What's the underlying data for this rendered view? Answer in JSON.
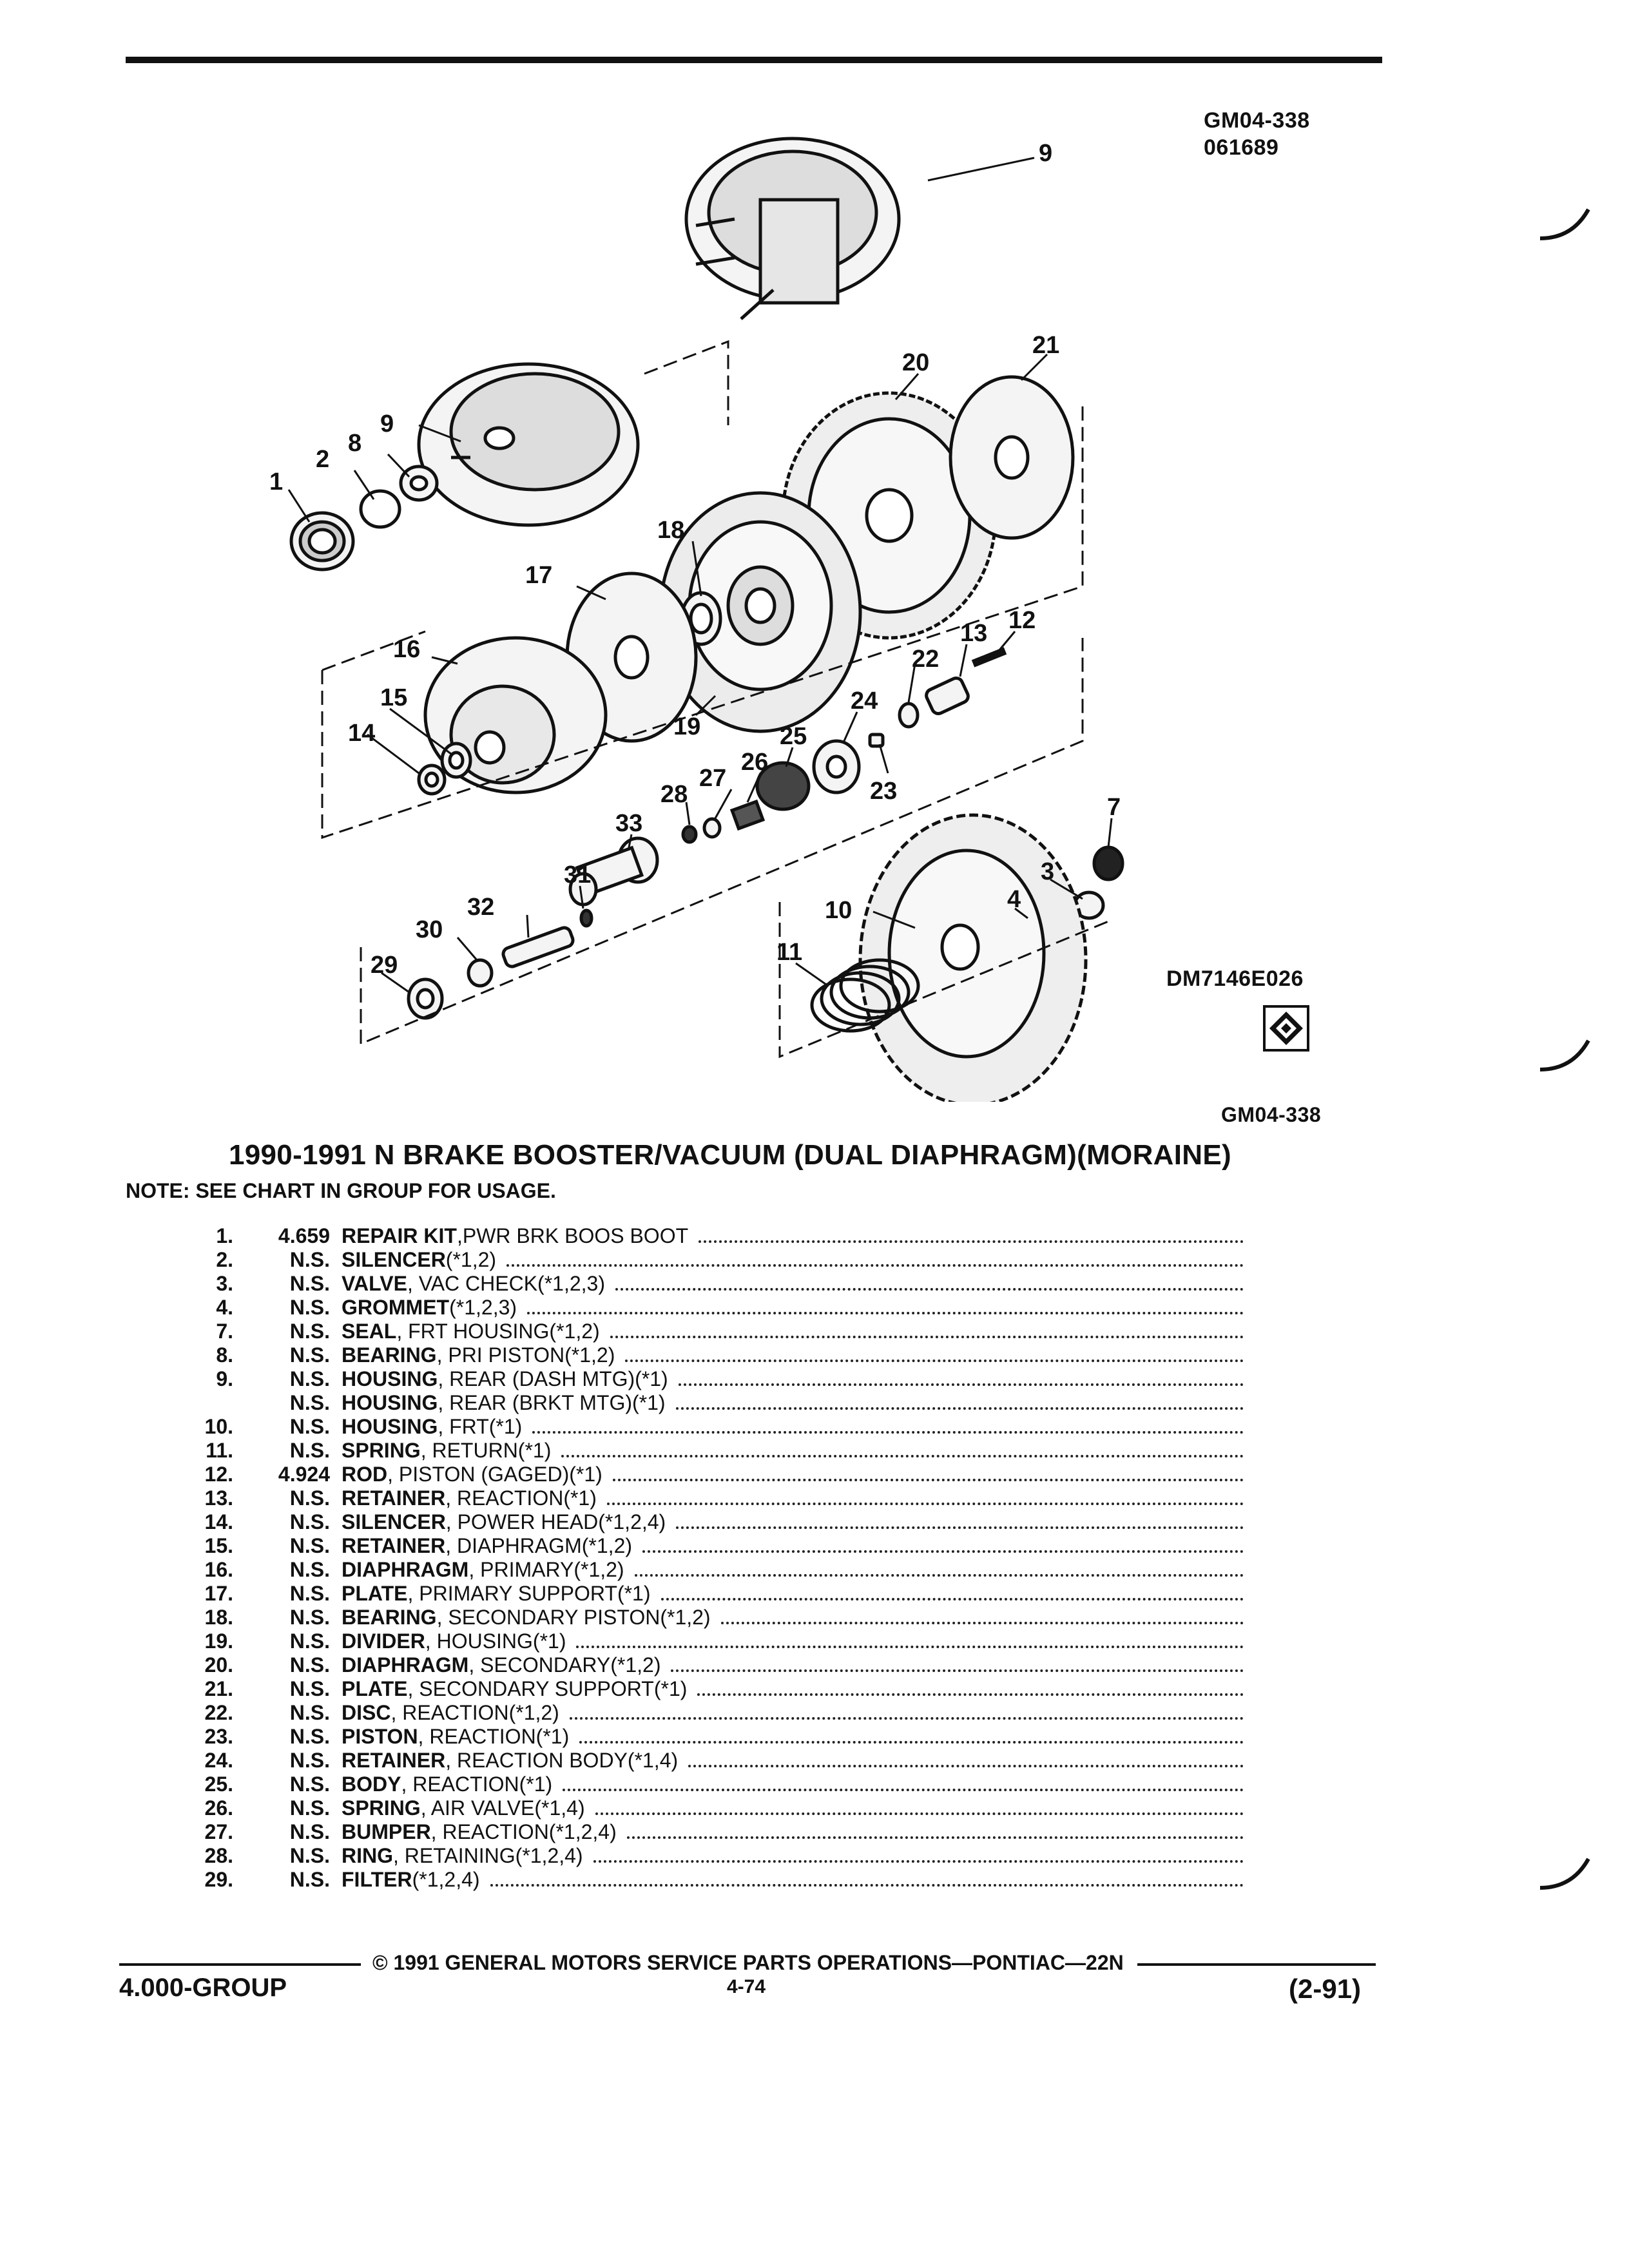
{
  "header": {
    "code_1": "GM04-338",
    "code_2": "061689"
  },
  "diagram": {
    "ref_code": "DM7146E026",
    "figure_code": "GM04-338",
    "callouts": [
      "9",
      "9",
      "8",
      "2",
      "1",
      "20",
      "21",
      "18",
      "17",
      "16",
      "19",
      "15",
      "14",
      "13",
      "12",
      "22",
      "24",
      "25",
      "26",
      "27",
      "28",
      "23",
      "33",
      "7",
      "3",
      "4",
      "10",
      "31",
      "32",
      "30",
      "29",
      "11"
    ],
    "logo_icon": "diamond-logo-icon"
  },
  "title": "1990-1991 N BRAKE BOOSTER/VACUUM (DUAL DIAPHRAGM)(MORAINE)",
  "note": "NOTE:  SEE CHART IN GROUP FOR USAGE.",
  "parts": [
    {
      "num": "1.",
      "pn": "4.659",
      "name": "REPAIR KIT",
      "desc": " ,PWR BRK BOOS BOOT"
    },
    {
      "num": "2.",
      "pn": "N.S.",
      "name": "SILENCER",
      "desc": " (*1,2)"
    },
    {
      "num": "3.",
      "pn": "N.S.",
      "name": "VALVE",
      "desc": " , VAC CHECK(*1,2,3)"
    },
    {
      "num": "4.",
      "pn": "N.S.",
      "name": "GROMMET",
      "desc": " (*1,2,3)"
    },
    {
      "num": "7.",
      "pn": "N.S.",
      "name": "SEAL",
      "desc": " , FRT HOUSING(*1,2)"
    },
    {
      "num": "8.",
      "pn": "N.S.",
      "name": "BEARING",
      "desc": " , PRI PISTON(*1,2)"
    },
    {
      "num": "9.",
      "pn": "N.S.",
      "name": "HOUSING",
      "desc": " , REAR (DASH MTG)(*1)"
    },
    {
      "num": "",
      "pn": "N.S.",
      "name": "HOUSING",
      "desc": " , REAR (BRKT MTG)(*1)"
    },
    {
      "num": "10.",
      "pn": "N.S.",
      "name": "HOUSING",
      "desc": " , FRT(*1)"
    },
    {
      "num": "11.",
      "pn": "N.S.",
      "name": "SPRING",
      "desc": " , RETURN(*1)"
    },
    {
      "num": "12.",
      "pn": "4.924",
      "name": "ROD",
      "desc": " , PISTON (GAGED)(*1)"
    },
    {
      "num": "13.",
      "pn": "N.S.",
      "name": "RETAINER",
      "desc": " , REACTION(*1)"
    },
    {
      "num": "14.",
      "pn": "N.S.",
      "name": "SILENCER",
      "desc": " , POWER HEAD(*1,2,4)"
    },
    {
      "num": "15.",
      "pn": "N.S.",
      "name": "RETAINER",
      "desc": " , DIAPHRAGM(*1,2)"
    },
    {
      "num": "16.",
      "pn": "N.S.",
      "name": "DIAPHRAGM",
      "desc": " , PRIMARY(*1,2)"
    },
    {
      "num": "17.",
      "pn": "N.S.",
      "name": "PLATE",
      "desc": " , PRIMARY SUPPORT(*1)"
    },
    {
      "num": "18.",
      "pn": "N.S.",
      "name": "BEARING",
      "desc": " , SECONDARY PISTON(*1,2)"
    },
    {
      "num": "19.",
      "pn": "N.S.",
      "name": "DIVIDER",
      "desc": " , HOUSING(*1)"
    },
    {
      "num": "20.",
      "pn": "N.S.",
      "name": "DIAPHRAGM",
      "desc": " , SECONDARY(*1,2)"
    },
    {
      "num": "21.",
      "pn": "N.S.",
      "name": "PLATE",
      "desc": " , SECONDARY SUPPORT(*1)"
    },
    {
      "num": "22.",
      "pn": "N.S.",
      "name": "DISC",
      "desc": " , REACTION(*1,2)"
    },
    {
      "num": "23.",
      "pn": "N.S.",
      "name": "PISTON",
      "desc": " , REACTION(*1)"
    },
    {
      "num": "24.",
      "pn": "N.S.",
      "name": "RETAINER",
      "desc": " , REACTION BODY(*1,4)"
    },
    {
      "num": "25.",
      "pn": "N.S.",
      "name": "BODY",
      "desc": " , REACTION(*1)"
    },
    {
      "num": "26.",
      "pn": "N.S.",
      "name": "SPRING",
      "desc": " , AIR VALVE(*1,4)"
    },
    {
      "num": "27.",
      "pn": "N.S.",
      "name": "BUMPER",
      "desc": " , REACTION(*1,2,4)"
    },
    {
      "num": "28.",
      "pn": "N.S.",
      "name": "RING",
      "desc": " , RETAINING(*1,2,4)"
    },
    {
      "num": "29.",
      "pn": "N.S.",
      "name": "FILTER",
      "desc": " (*1,2,4)"
    }
  ],
  "footer": {
    "copyright": "© 1991  GENERAL MOTORS SERVICE PARTS OPERATIONS—PONTIAC—22N",
    "group": "4.000-GROUP",
    "page": "4-74",
    "date": "(2-91)"
  }
}
